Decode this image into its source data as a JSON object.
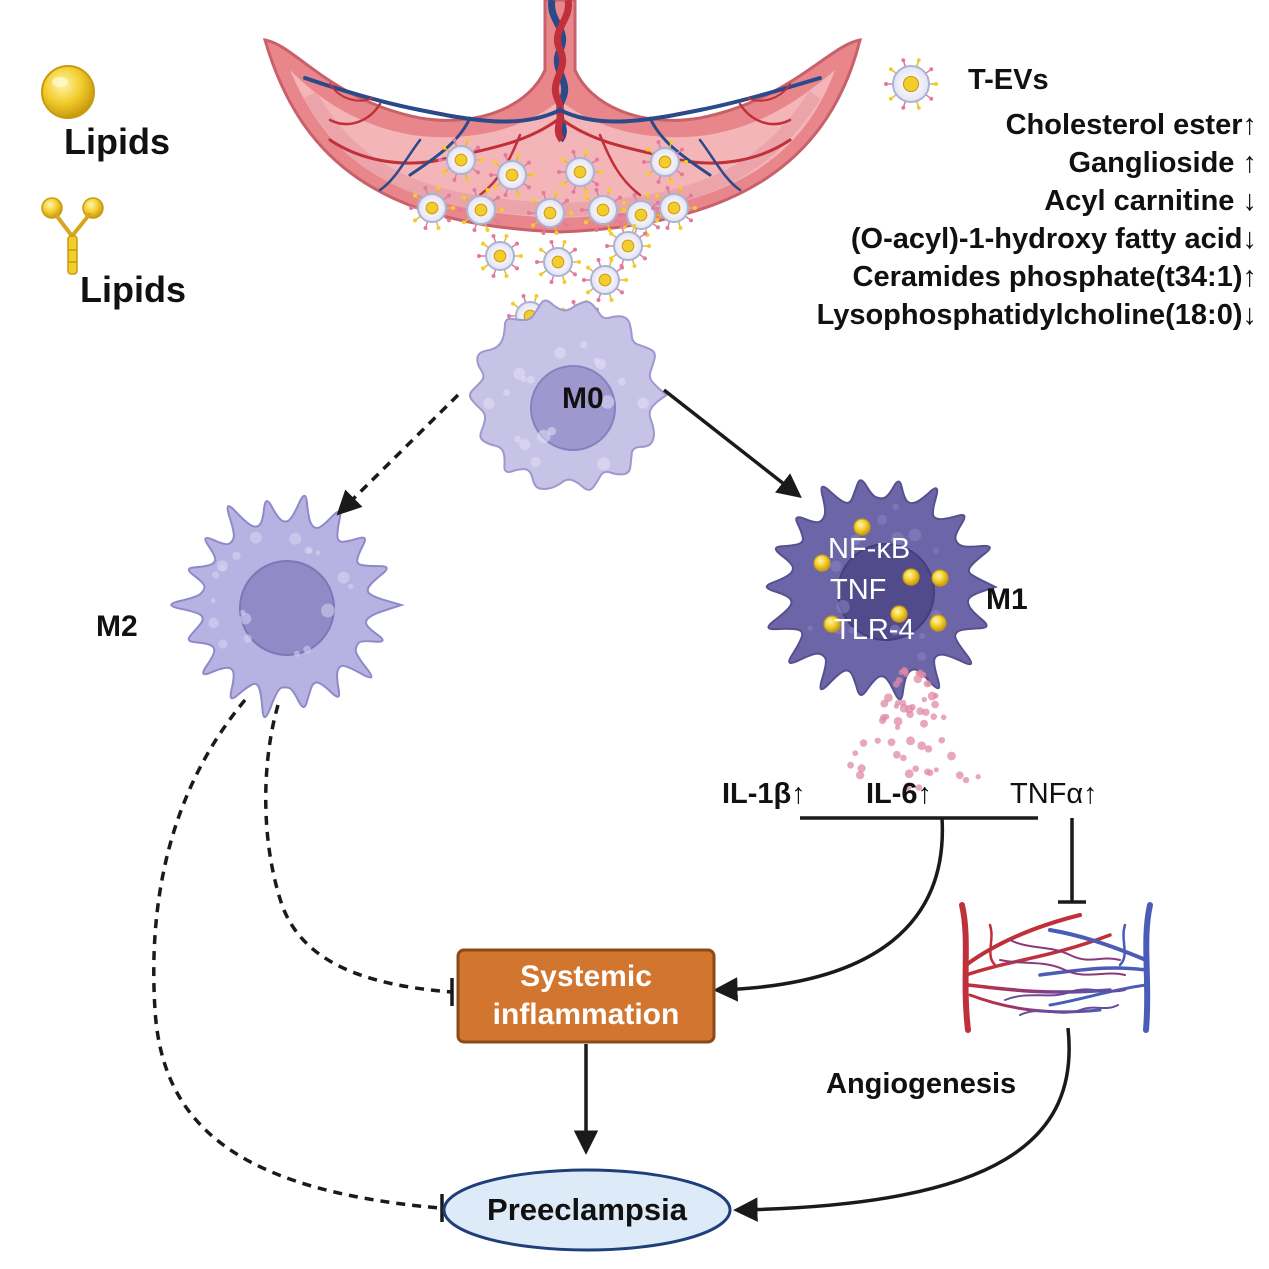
{
  "legend": {
    "items": [
      {
        "icon": "lipid-droplet-icon",
        "label": "Lipids"
      },
      {
        "icon": "lipid-molecule-icon",
        "label": "Lipids"
      }
    ]
  },
  "tevs": {
    "icon": "extracellular-vesicle-icon",
    "title": "T-EVs",
    "changes": [
      "Cholesterol ester↑",
      "Ganglioside ↑",
      "Acyl carnitine ↓",
      "(O-acyl)-1-hydroxy fatty acid↓",
      "Ceramides phosphate(t34:1)↑",
      "Lysophosphatidylcholine(18:0)↓"
    ]
  },
  "cells": {
    "m0": "M0",
    "m1": "M1",
    "m2": "M2",
    "m1_markers": [
      "NF-κB",
      "TNF",
      "TLR-4"
    ]
  },
  "cytokines": [
    "IL-1β↑",
    "IL-6↑",
    "TNFα↑"
  ],
  "nodes": {
    "systemic_line1": "Systemic",
    "systemic_line2": "inflammation",
    "preeclampsia": "Preeclampsia",
    "angiogenesis": "Angiogenesis"
  },
  "colors": {
    "placenta": "#e8868b",
    "placenta_inner": "#f4b5b8",
    "artery": "#c0303a",
    "vein": "#2a4a8a",
    "m0_cell": "#c7c3e6",
    "m2_cell": "#b6b2e2",
    "m1_cell": "#6c66a8",
    "lipid": "#f2cd2c",
    "box_fill": "#d2762f",
    "ellipse_fill": "#dcebf7",
    "ellipse_stroke": "#1f3f7a"
  }
}
